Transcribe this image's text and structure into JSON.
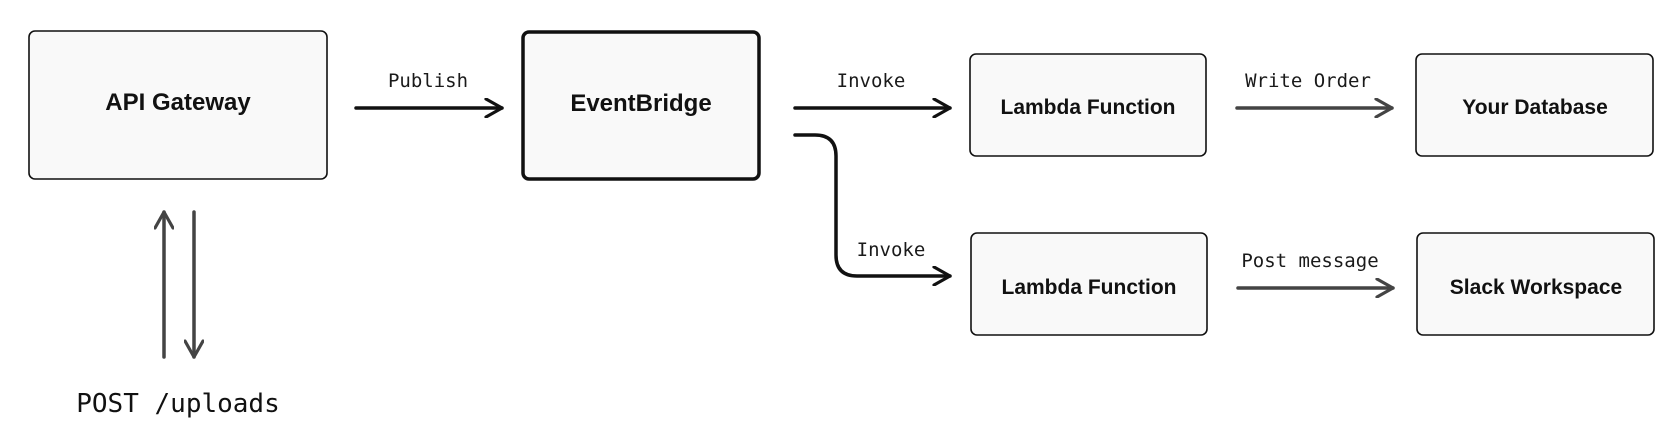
{
  "nodes": {
    "api_gateway": "API Gateway",
    "eventbridge": "EventBridge",
    "lambda_order": "Lambda Function",
    "database": "Your Database",
    "lambda_slack": "Lambda Function",
    "slack": "Slack Workspace"
  },
  "edges": {
    "publish": "Publish",
    "invoke_top": "Invoke",
    "invoke_bottom": "Invoke",
    "write_order": "Write Order",
    "post_message": "Post message"
  },
  "endpoint": {
    "request": "POST /uploads"
  },
  "colors": {
    "node_fill": "#f9f9f9",
    "primary_stroke": "#111111",
    "secondary_stroke": "#444444"
  }
}
